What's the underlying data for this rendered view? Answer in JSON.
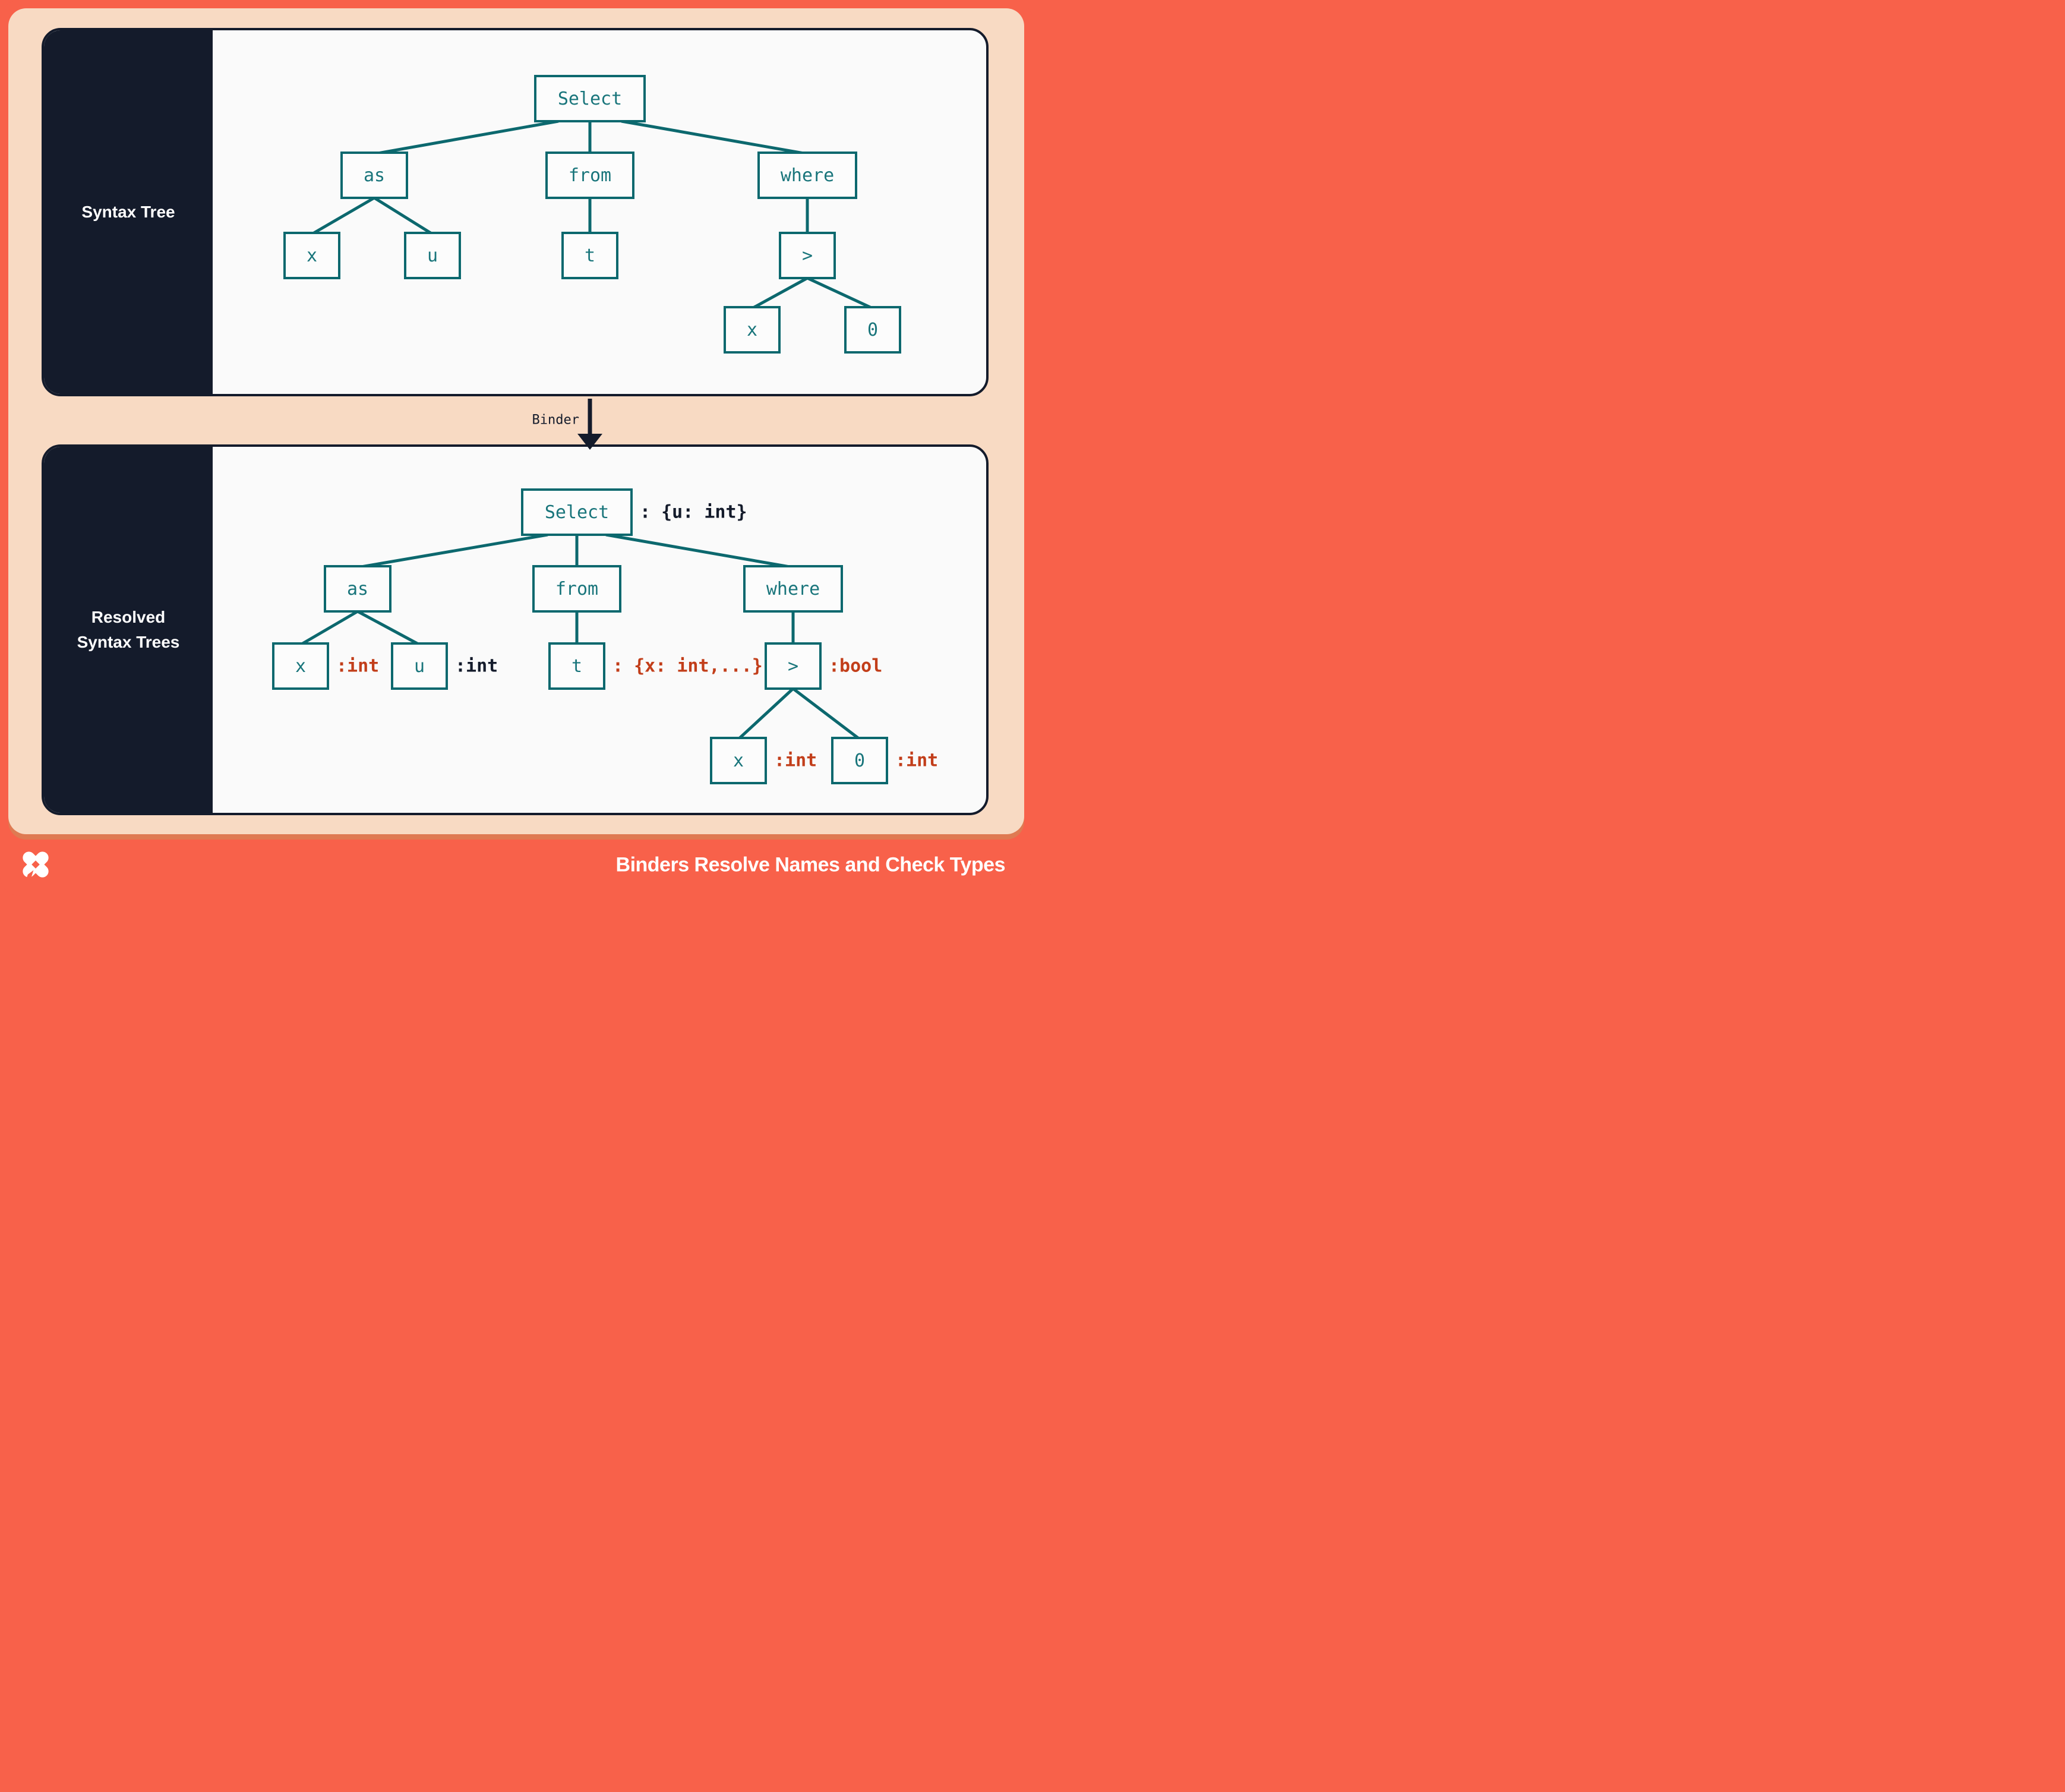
{
  "top_panel": {
    "label": "Syntax Tree"
  },
  "bottom_panel": {
    "label_lines": [
      "Resolved",
      "Syntax Trees"
    ]
  },
  "binder": {
    "label": "Binder"
  },
  "footer": {
    "title": "Binders Resolve Names and Check Types",
    "logo": "x-pinwheel-logo"
  },
  "colors": {
    "coral": "#F8614A",
    "peach": "#F8DAC3",
    "navy": "#141B2B",
    "teal_border": "#0C686E",
    "teal_text": "#19757B",
    "red": "#C23E1A",
    "panel_bg": "#FAFAFA"
  },
  "tree_syntax": {
    "select": "Select",
    "as": "as",
    "from": "from",
    "where": "where",
    "x1": "x",
    "u": "u",
    "t": "t",
    "gt": ">",
    "x2": "x",
    "zero": "0"
  },
  "tree_resolved": {
    "select": "Select",
    "select_type": ": {u: int}",
    "as": "as",
    "from": "from",
    "where": "where",
    "x1": "x",
    "x1_type": ":int",
    "u": "u",
    "u_type": ":int",
    "t": "t",
    "t_type": ": {x: int,...}",
    "gt": ">",
    "gt_type": ":bool",
    "x2": "x",
    "x2_type": ":int",
    "zero": "0",
    "zero_type": ":int"
  }
}
